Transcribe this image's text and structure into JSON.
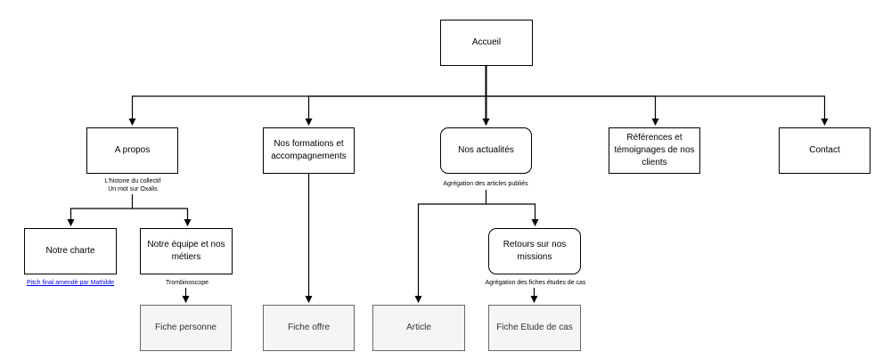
{
  "nodes": {
    "accueil": "Accueil",
    "a_propos": "A propos",
    "formations": "Nos formations et accompagnements",
    "actualites": "Nos actualités",
    "references": "Références et témoignages de nos clients",
    "contact": "Contact",
    "charte": "Notre charte",
    "equipe": "Notre équipe et nos métiers",
    "retours": "Retours sur nos missions",
    "fiche_personne": "Fiche personne",
    "fiche_offre": "Fiche offre",
    "article": "Article",
    "fiche_etude": "Fiche Etude de cas"
  },
  "notes": {
    "a_propos_line1": "L'historie du collectif",
    "a_propos_line2": "Un mot sur Oxalis",
    "actualites": "Agrégation des articles publiés",
    "charte_link": "Pitch final amendé par Mathilde",
    "equipe": "Trombinoscope",
    "retours": "Agrégation des fiches études de cas"
  },
  "colors": {
    "line": "#000000",
    "gray_fill": "#f5f5f5",
    "gray_border": "#666666",
    "link": "#0000ee"
  }
}
